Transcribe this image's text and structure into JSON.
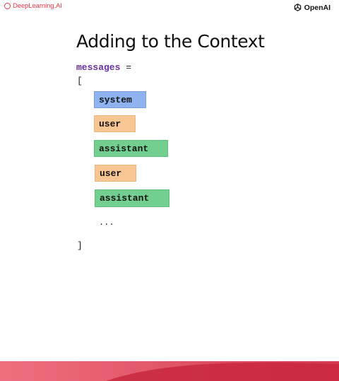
{
  "header": {
    "left_brand": "DeepLearning.AI",
    "right_brand": "OpenAI"
  },
  "slide": {
    "title": "Adding to the Context",
    "code": {
      "variable": "messages",
      "operator": "=",
      "open_bracket": "[",
      "close_bracket": "]",
      "ellipsis": "..."
    },
    "roles": [
      {
        "label": "system",
        "kind": "system"
      },
      {
        "label": "user",
        "kind": "user"
      },
      {
        "label": "assistant",
        "kind": "assistant"
      },
      {
        "label": "user",
        "kind": "user"
      },
      {
        "label": "assistant",
        "kind": "assistant"
      }
    ]
  },
  "colors": {
    "brand_red": "#e8394d",
    "system_chip": "#8fb3f0",
    "user_chip": "#f8c693",
    "assistant_chip": "#73cf8f",
    "variable": "#6b2fa0"
  }
}
